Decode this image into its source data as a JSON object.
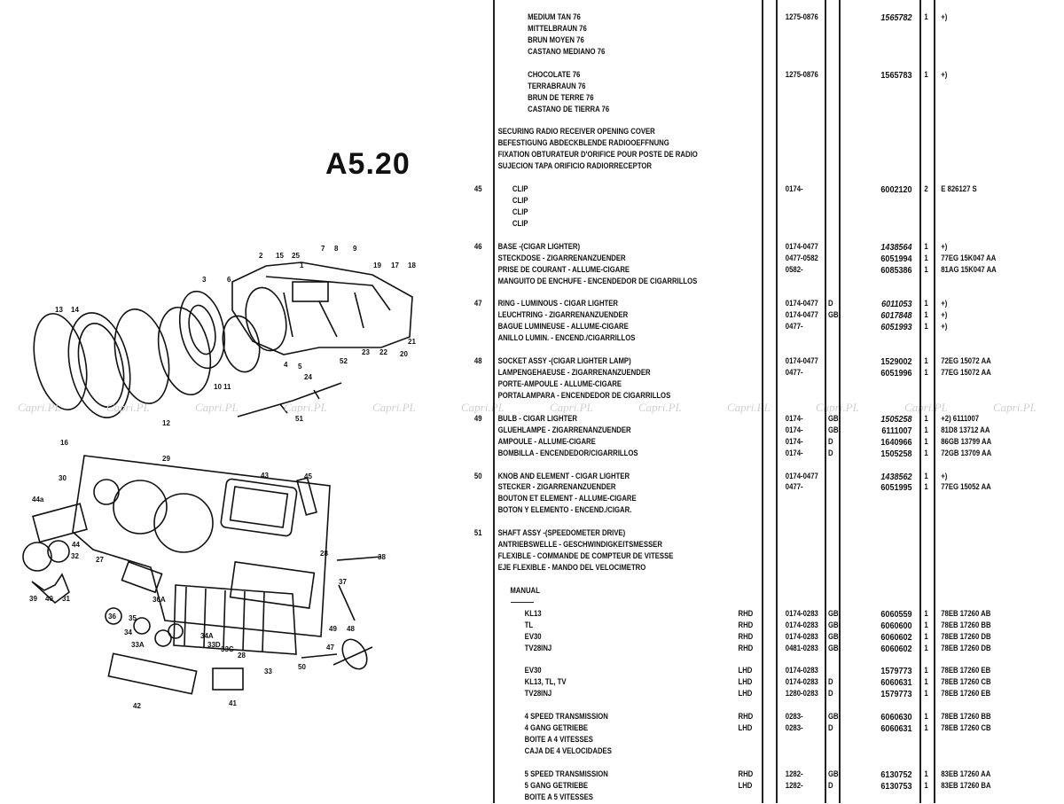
{
  "page_ref": "A5.20",
  "watermark": "Capri.PL",
  "callouts": [
    "13",
    "14",
    "3",
    "2",
    "15",
    "25",
    "7",
    "8",
    "9",
    "19",
    "17",
    "18",
    "6",
    "1",
    "4",
    "5",
    "10",
    "11",
    "12",
    "16",
    "21",
    "20",
    "22",
    "23",
    "24",
    "52",
    "51",
    "29",
    "30",
    "44a",
    "44",
    "32",
    "27",
    "31",
    "40",
    "39",
    "36",
    "36A",
    "35",
    "34",
    "33A",
    "34A",
    "33C",
    "33D",
    "33",
    "28",
    "43",
    "45",
    "28",
    "38",
    "37",
    "49",
    "48",
    "47",
    "50",
    "41",
    "42"
  ],
  "rows": [
    {
      "kind": "variant",
      "desc": "MEDIUM TAN 76",
      "years": "1275-0876",
      "part": "1565782",
      "italic": true,
      "qty": "1",
      "notes": "+)"
    },
    {
      "kind": "variant",
      "desc": "MITTELBRAUN 76"
    },
    {
      "kind": "variant",
      "desc": "BRUN MOYEN 76"
    },
    {
      "kind": "variant",
      "desc": "CASTANO MEDIANO 76"
    },
    {},
    {
      "kind": "variant",
      "desc": "CHOCOLATE 76",
      "years": "1275-0876",
      "part": "1565783",
      "qty": "1",
      "notes": "+)"
    },
    {
      "kind": "variant",
      "desc": "TERRABRAUN 76"
    },
    {
      "kind": "variant",
      "desc": "BRUN DE TERRE 76"
    },
    {
      "kind": "variant",
      "desc": "CASTANO DE TIERRA 76"
    },
    {},
    {
      "kind": "main",
      "desc": "SECURING RADIO RECEIVER OPENING COVER"
    },
    {
      "kind": "main",
      "desc": "BEFESTIGUNG ABDECKBLENDE RADIOOEFFNUNG"
    },
    {
      "kind": "main",
      "desc": "FIXATION OBTURATEUR D'ORIFICE POUR POSTE DE RADIO"
    },
    {
      "kind": "main",
      "desc": "SUJECION TAPA ORIFICIO RADIORRECEPTOR"
    },
    {},
    {
      "kind": "clip",
      "item": "45",
      "desc": "CLIP",
      "years": "0174-",
      "part": "6002120",
      "qty": "2",
      "notes": "E 826127 S"
    },
    {
      "kind": "clip",
      "desc": "CLIP"
    },
    {
      "kind": "clip",
      "desc": "CLIP"
    },
    {
      "kind": "clip",
      "desc": "CLIP"
    },
    {},
    {
      "kind": "main",
      "item": "46",
      "desc": "BASE -(CIGAR LIGHTER)",
      "years": "0174-0477",
      "part": "1438564",
      "italic": true,
      "qty": "1",
      "notes": "+)"
    },
    {
      "kind": "main",
      "desc": "STECKDOSE - ZIGARRENANZUENDER",
      "years": "0477-0582",
      "part": "6051994",
      "qty": "1",
      "notes": "77EG 15K047 AA"
    },
    {
      "kind": "main",
      "desc": "PRISE DE COURANT - ALLUME-CIGARE",
      "years": "0582-",
      "part": "6085386",
      "qty": "1",
      "notes": "81AG 15K047 AA"
    },
    {
      "kind": "main",
      "desc": "MANGUITO DE ENCHUFE - ENCENDEDOR DE CIGARRILLOS"
    },
    {},
    {
      "kind": "main",
      "item": "47",
      "desc": "RING - LUMINOUS - CIGAR LIGHTER",
      "years": "0174-0477",
      "country": "D",
      "part": "6011053",
      "italic": true,
      "qty": "1",
      "notes": "+)"
    },
    {
      "kind": "main",
      "desc": "LEUCHTRING - ZIGARRENANZUENDER",
      "years": "0174-0477",
      "country": "GB",
      "part": "6017848",
      "italic": true,
      "qty": "1",
      "notes": "+)"
    },
    {
      "kind": "main",
      "desc": "BAGUE LUMINEUSE - ALLUME-CIGARE",
      "years": "0477-",
      "part": "6051993",
      "italic": true,
      "qty": "1",
      "notes": "+)"
    },
    {
      "kind": "main",
      "desc": "ANILLO LUMIN. - ENCEND./CIGARRILLOS"
    },
    {},
    {
      "kind": "main",
      "item": "48",
      "desc": "SOCKET ASSY -(CIGAR LIGHTER LAMP)",
      "years": "0174-0477",
      "part": "1529002",
      "qty": "1",
      "notes": "72EG 15072 AA"
    },
    {
      "kind": "main",
      "desc": "LAMPENGEHAEUSE - ZIGARRENANZUENDER",
      "years": "0477-",
      "part": "6051996",
      "qty": "1",
      "notes": "77EG 15072 AA"
    },
    {
      "kind": "main",
      "desc": "PORTE-AMPOULE - ALLUME-CIGARE"
    },
    {
      "kind": "main",
      "desc": "PORTALAMPARA - ENCENDEDOR DE CIGARRILLOS"
    },
    {},
    {
      "kind": "main",
      "item": "49",
      "desc": "BULB - CIGAR LIGHTER",
      "years": "0174-",
      "country": "GB",
      "part": "1505258",
      "italic": true,
      "qty": "1",
      "notes": "+2) 6111007"
    },
    {
      "kind": "main",
      "desc": "GLUEHLAMPE - ZIGARRENANZUENDER",
      "years": "0174-",
      "country": "GB",
      "part": "6111007",
      "qty": "1",
      "notes": "81D8 13712 AA"
    },
    {
      "kind": "main",
      "desc": "AMPOULE - ALLUME-CIGARE",
      "years": "0174-",
      "country": "D",
      "part": "1640966",
      "qty": "1",
      "notes": "86GB 13799 AA"
    },
    {
      "kind": "main",
      "desc": "BOMBILLA - ENCENDEDOR/CIGARRILLOS",
      "years": "0174-",
      "country": "D",
      "part": "1505258",
      "qty": "1",
      "notes": "72GB 13709 AA"
    },
    {},
    {
      "kind": "main",
      "item": "50",
      "desc": "KNOB AND ELEMENT - CIGAR LIGHTER",
      "years": "0174-0477",
      "part": "1438562",
      "italic": true,
      "qty": "1",
      "notes": "+)"
    },
    {
      "kind": "main",
      "desc": "STECKER - ZIGARRENANZUENDER",
      "years": "0477-",
      "part": "6051995",
      "qty": "1",
      "notes": "77EG 15052 AA"
    },
    {
      "kind": "main",
      "desc": "BOUTON ET ELEMENT - ALLUME-CIGARE"
    },
    {
      "kind": "main",
      "desc": "BOTON Y ELEMENTO - ENCEND./CIGAR."
    },
    {},
    {
      "kind": "main",
      "item": "51",
      "desc": "SHAFT ASSY -(SPEEDOMETER DRIVE)"
    },
    {
      "kind": "main",
      "desc": "ANTRIEBSWELLE - GESCHWINDIGKEITSMESSER"
    },
    {
      "kind": "main",
      "desc": "FLEXIBLE - COMMANDE DE COMPTEUR DE VITESSE"
    },
    {
      "kind": "main",
      "desc": "EJE FLEXIBLE - MANDO DEL VELOCIMETRO"
    },
    {},
    {
      "kind": "heading",
      "desc": "MANUAL"
    },
    {},
    {
      "kind": "model",
      "desc": "KL13",
      "side": "RHD",
      "years": "0174-0283",
      "country": "GB",
      "part": "6060559",
      "qty": "1",
      "notes": "78EB 17260 AB"
    },
    {
      "kind": "model",
      "desc": "TL",
      "side": "RHD",
      "years": "0174-0283",
      "country": "GB",
      "part": "6060600",
      "qty": "1",
      "notes": "78EB 17260 BB"
    },
    {
      "kind": "model",
      "desc": "EV30",
      "side": "RHD",
      "years": "0174-0283",
      "country": "GB",
      "part": "6060602",
      "qty": "1",
      "notes": "78EB 17260 DB"
    },
    {
      "kind": "model",
      "desc": "TV28INJ",
      "side": "RHD",
      "years": "0481-0283",
      "country": "GB",
      "part": "6060602",
      "qty": "1",
      "notes": "78EB 17260 DB"
    },
    {},
    {
      "kind": "model",
      "desc": "EV30",
      "side": "LHD",
      "years": "0174-0283",
      "part": "1579773",
      "qty": "1",
      "notes": "78EB 17260 EB"
    },
    {
      "kind": "model",
      "desc": "KL13, TL, TV",
      "side": "LHD",
      "years": "0174-0283",
      "country": "D",
      "part": "6060631",
      "qty": "1",
      "notes": "78EB 17260 CB"
    },
    {
      "kind": "model",
      "desc": "TV28INJ",
      "side": "LHD",
      "years": "1280-0283",
      "country": "D",
      "part": "1579773",
      "qty": "1",
      "notes": "78EB 17260 EB"
    },
    {},
    {
      "kind": "model",
      "desc": "4 SPEED TRANSMISSION",
      "side": "RHD",
      "years": "0283-",
      "country": "GB",
      "part": "6060630",
      "qty": "1",
      "notes": "78EB 17260 BB"
    },
    {
      "kind": "model",
      "desc": "4 GANG GETRIEBE",
      "side": "LHD",
      "years": "0283-",
      "country": "D",
      "part": "6060631",
      "qty": "1",
      "notes": "78EB 17260 CB"
    },
    {
      "kind": "model",
      "desc": "BOITE A 4 VITESSES"
    },
    {
      "kind": "model",
      "desc": "CAJA DE 4 VELOCIDADES"
    },
    {},
    {
      "kind": "model",
      "desc": "5 SPEED TRANSMISSION",
      "side": "RHD",
      "years": "1282-",
      "country": "GB",
      "part": "6130752",
      "qty": "1",
      "notes": "83EB 17260 AA"
    },
    {
      "kind": "model",
      "desc": "5 GANG GETRIEBE",
      "side": "LHD",
      "years": "1282-",
      "country": "D",
      "part": "6130753",
      "qty": "1",
      "notes": "83EB 17260 BA"
    },
    {
      "kind": "model",
      "desc": "BOITE A 5 VITESSES"
    }
  ]
}
